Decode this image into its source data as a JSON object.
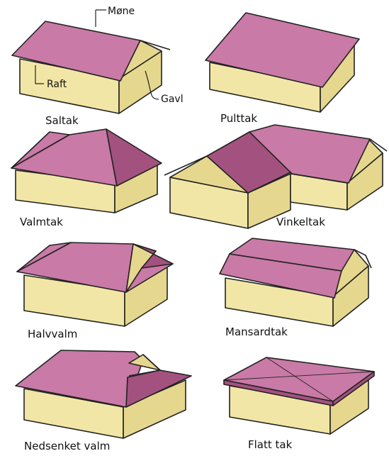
{
  "title": "",
  "colors": {
    "roof": "#c97aa6",
    "roof_dark": "#a3527f",
    "wall": "#f2e6a6",
    "wall_dark": "#e6d78f",
    "outline": "#222222"
  },
  "annotations": {
    "mone": "Møne",
    "raft": "Raft",
    "gavl": "Gavl"
  },
  "roof_types": [
    {
      "label": "Saltak"
    },
    {
      "label": "Pulttak"
    },
    {
      "label": "Valmtak"
    },
    {
      "label": "Vinkeltak"
    },
    {
      "label": "Halvvalm"
    },
    {
      "label": "Mansardtak"
    },
    {
      "label": "Nedsenket valm"
    },
    {
      "label": "Flatt tak"
    }
  ]
}
